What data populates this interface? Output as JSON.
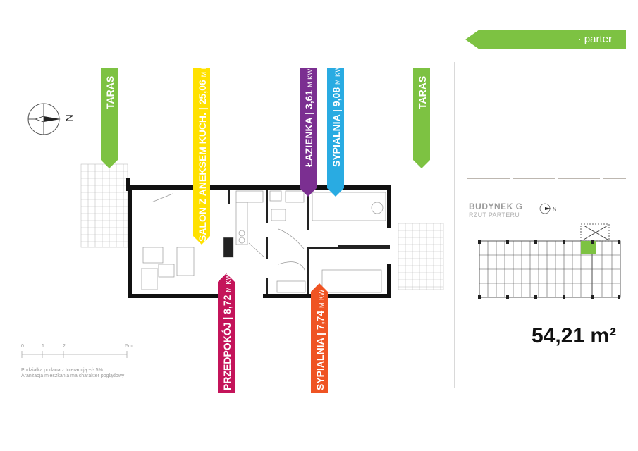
{
  "level": {
    "label": "· parter"
  },
  "compass": {
    "letter": "N"
  },
  "labels": {
    "taras_left": {
      "text": "TARAS"
    },
    "taras_right": {
      "text": "TARAS"
    },
    "salon": {
      "text": "SALON Z ANEKSEM KUCH. | 25,06",
      "unit": "M KW"
    },
    "lazienka": {
      "text": "ŁAZIENKA | 3,61",
      "unit": "M KW"
    },
    "sypialnia_1": {
      "text": "SYPIALNIA | 9,08",
      "unit": "M KW"
    },
    "przedpokoj": {
      "text": "PRZEDPOKÓJ | 8,72",
      "unit": "M KW"
    },
    "sypialnia_2": {
      "text": "SYPIALNIA | 7,74",
      "unit": "M KW"
    }
  },
  "colors": {
    "green": "#7dc242",
    "yellow": "#ffe100",
    "purple": "#7b2f91",
    "blue": "#29abe2",
    "magenta": "#c4145a",
    "orange": "#ef5423"
  },
  "building": {
    "title": "BUDYNEK G",
    "subtitle": "RZUT PARTERU"
  },
  "area_total": "54,21 m²",
  "scale": {
    "ticks": [
      "0",
      "1",
      "2",
      "5m"
    ],
    "note_line1": "Podziałka podana z tolerancją +/- 5%",
    "note_line2": "Aranżacja mieszkania ma charakter poglądowy"
  }
}
